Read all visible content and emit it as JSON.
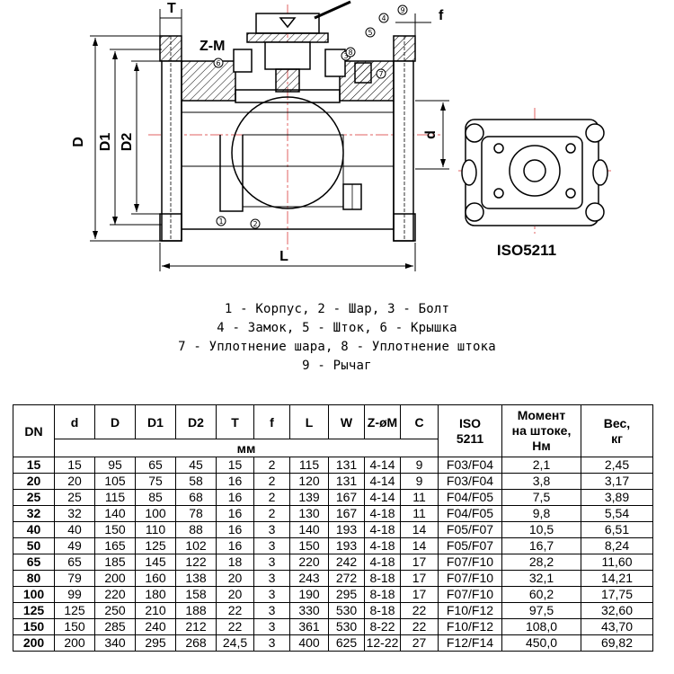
{
  "drawing": {
    "dim_labels": {
      "T": "T",
      "f": "f",
      "ZM": "Z-M",
      "D": "D",
      "D1": "D1",
      "D2": "D2",
      "d": "d",
      "L": "L"
    },
    "callouts": [
      "1",
      "2",
      "3",
      "4",
      "5",
      "6",
      "7",
      "8",
      "9"
    ],
    "iso_label": "ISO5211"
  },
  "legend": {
    "lines": [
      "1 - Корпус, 2 - Шар, 3 - Болт",
      "4 - Замок, 5 - Шток, 6 - Крышка",
      "7 - Уплотнение шара, 8 - Уплотнение штока",
      "9 - Рычаг"
    ]
  },
  "table": {
    "headers": {
      "dn": "DN",
      "d": "d",
      "D": "D",
      "D1": "D1",
      "D2": "D2",
      "T": "T",
      "f": "f",
      "L": "L",
      "W": "W",
      "Z": "Z-øM",
      "C": "C",
      "iso_line1": "ISO",
      "iso_line2": "5211",
      "torque_line1": "Момент",
      "torque_line2": "на штоке,",
      "torque_line3": "Нм",
      "weight_line1": "Вес,",
      "weight_line2": "кг",
      "unit": "мм"
    },
    "rows": [
      [
        "15",
        "15",
        "95",
        "65",
        "45",
        "15",
        "2",
        "115",
        "131",
        "4-14",
        "9",
        "F03/F04",
        "2,1",
        "2,45"
      ],
      [
        "20",
        "20",
        "105",
        "75",
        "58",
        "16",
        "2",
        "120",
        "131",
        "4-14",
        "9",
        "F03/F04",
        "3,8",
        "3,17"
      ],
      [
        "25",
        "25",
        "115",
        "85",
        "68",
        "16",
        "2",
        "139",
        "167",
        "4-14",
        "11",
        "F04/F05",
        "7,5",
        "3,89"
      ],
      [
        "32",
        "32",
        "140",
        "100",
        "78",
        "16",
        "2",
        "130",
        "167",
        "4-18",
        "11",
        "F04/F05",
        "9,8",
        "5,54"
      ],
      [
        "40",
        "40",
        "150",
        "110",
        "88",
        "16",
        "3",
        "140",
        "193",
        "4-18",
        "14",
        "F05/F07",
        "10,5",
        "6,51"
      ],
      [
        "50",
        "49",
        "165",
        "125",
        "102",
        "16",
        "3",
        "150",
        "193",
        "4-18",
        "14",
        "F05/F07",
        "16,7",
        "8,24"
      ],
      [
        "65",
        "65",
        "185",
        "145",
        "122",
        "18",
        "3",
        "220",
        "242",
        "4-18",
        "17",
        "F07/F10",
        "28,2",
        "11,60"
      ],
      [
        "80",
        "79",
        "200",
        "160",
        "138",
        "20",
        "3",
        "243",
        "272",
        "8-18",
        "17",
        "F07/F10",
        "32,1",
        "14,21"
      ],
      [
        "100",
        "99",
        "220",
        "180",
        "158",
        "20",
        "3",
        "190",
        "295",
        "8-18",
        "17",
        "F07/F10",
        "60,2",
        "17,75"
      ],
      [
        "125",
        "125",
        "250",
        "210",
        "188",
        "22",
        "3",
        "330",
        "530",
        "8-18",
        "22",
        "F10/F12",
        "97,5",
        "32,60"
      ],
      [
        "150",
        "150",
        "285",
        "240",
        "212",
        "22",
        "3",
        "361",
        "530",
        "8-22",
        "22",
        "F10/F12",
        "108,0",
        "43,70"
      ],
      [
        "200",
        "200",
        "340",
        "295",
        "268",
        "24,5",
        "3",
        "400",
        "625",
        "12-22",
        "27",
        "F12/F14",
        "450,0",
        "69,82"
      ]
    ]
  }
}
